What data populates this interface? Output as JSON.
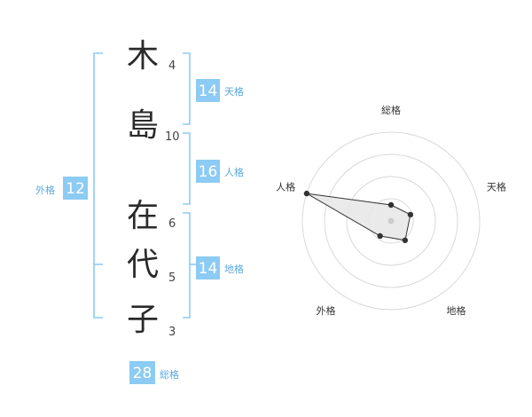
{
  "name": {
    "characters": [
      {
        "char": "木",
        "strokes": "4"
      },
      {
        "char": "島",
        "strokes": "10"
      },
      {
        "char": "在",
        "strokes": "6"
      },
      {
        "char": "代",
        "strokes": "5"
      },
      {
        "char": "子",
        "strokes": "3"
      }
    ]
  },
  "kakusu": {
    "tenkaku": {
      "value": "14",
      "label": "天格"
    },
    "jinkaku": {
      "value": "16",
      "label": "人格"
    },
    "chikaku": {
      "value": "14",
      "label": "地格"
    },
    "gaikaku": {
      "value": "12",
      "label": "外格"
    },
    "soukaku": {
      "value": "28",
      "label": "総格"
    }
  },
  "chart_data": {
    "type": "radar",
    "axes": [
      "総格",
      "天格",
      "地格",
      "外格",
      "人格"
    ],
    "values": [
      0.18,
      0.23,
      0.27,
      0.21,
      1.0
    ],
    "rings": 4,
    "colors": {
      "ring": "#d9d9d9",
      "fill": "#e6e6e6",
      "line": "#333333",
      "center": "#cccccc",
      "accent": "#8ccbf3"
    }
  }
}
